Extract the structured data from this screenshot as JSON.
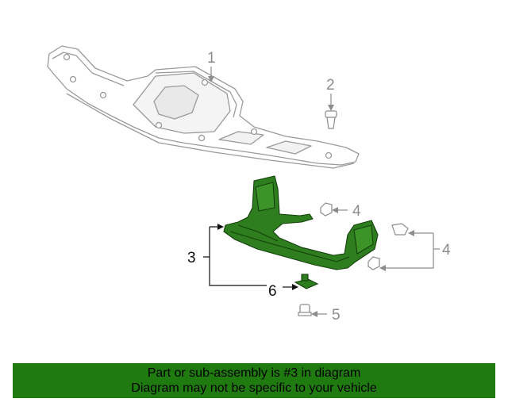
{
  "callouts": {
    "c1": "1",
    "c2": "2",
    "c3": "3",
    "c4a": "4",
    "c4b": "4",
    "c5": "5",
    "c6": "6"
  },
  "footer": {
    "line1": "Part or sub-assembly is #3 in diagram",
    "line2": "Diagram may not be specific to your vehicle"
  },
  "colors": {
    "highlight_part": "#2e7d1e",
    "footer_bg": "#1f7a10",
    "line_art": "#9a9a9a"
  }
}
